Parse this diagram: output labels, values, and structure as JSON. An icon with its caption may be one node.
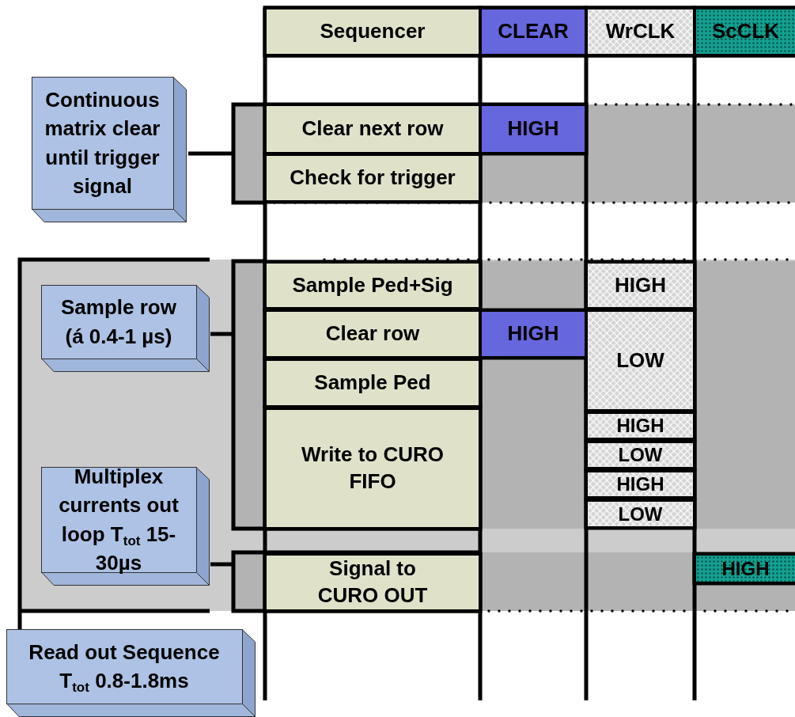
{
  "diagram": {
    "nodes": [
      {
        "text": [
          "Continuous matrix clear until trigger signal"
        ]
      },
      {
        "text": [
          "Sample row (á 0.4-1 µs)"
        ]
      },
      {
        "text": [
          "Multiplex currents out loop T$_{tot}$ 15-30µs"
        ]
      },
      {
        "text": [
          "Read out Sequence T$_{tot}$ 0.8-1.8ms"
        ]
      }
    ],
    "edges": [],
    "labels": [
      "Sequencer",
      "CLEAR",
      "WrCLK",
      "ScCLK",
      "Clear next row",
      "HIGH",
      "Check for trigger",
      "Sample Ped+Sig",
      "HIGH",
      "Clear row",
      "HIGH",
      "LOW",
      "Sample Ped",
      "Write to CURO FIFO",
      "HIGH",
      "LOW",
      "HIGH",
      "LOW",
      "Signal to CURO OUT",
      "HIGH"
    ]
  }
}
